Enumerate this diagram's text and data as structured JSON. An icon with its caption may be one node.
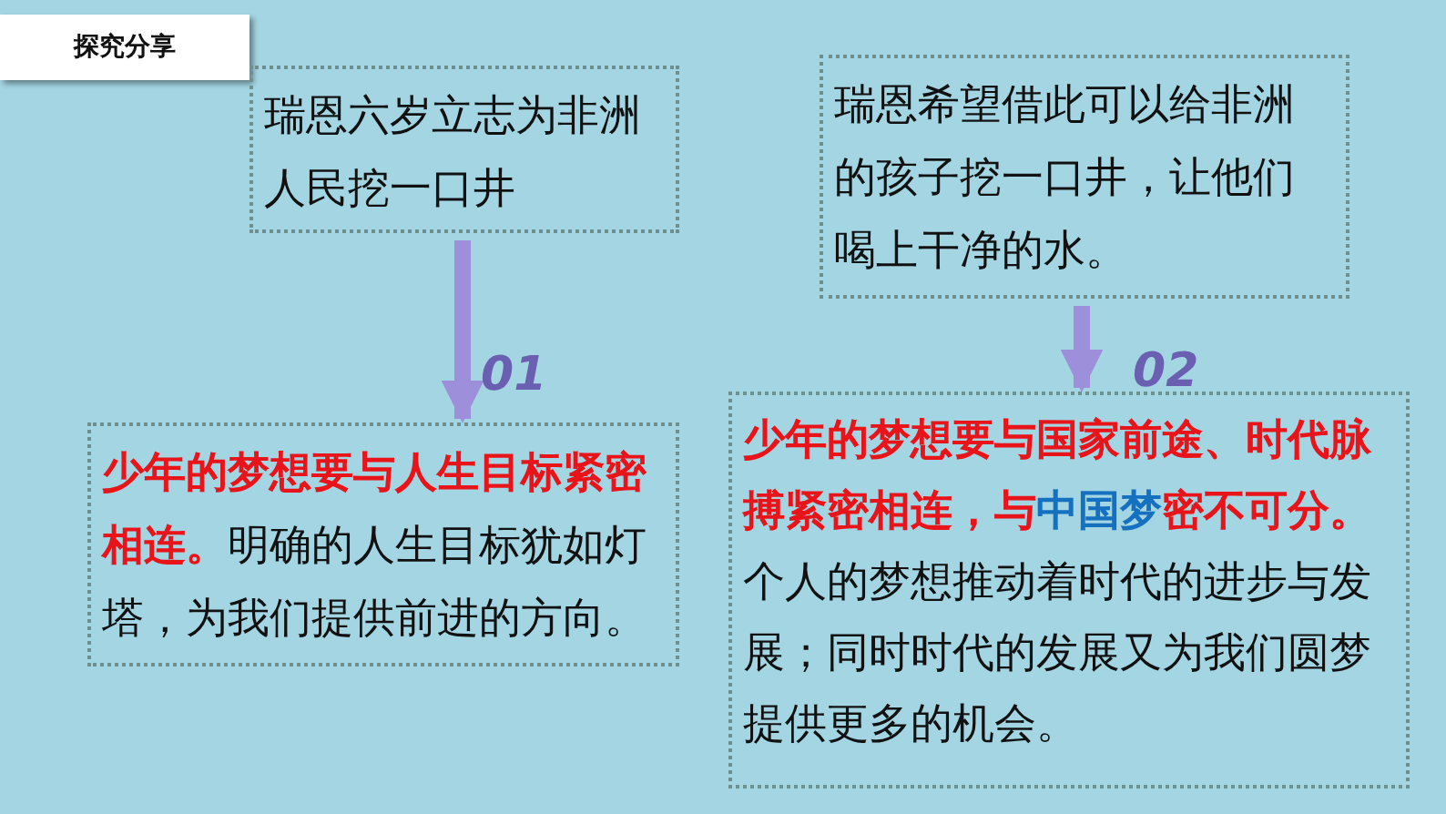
{
  "diagram": {
    "title": "探究分享",
    "nodes": [
      {
        "text": [
          "瑞恩六岁立志为非洲人民挖一口井"
        ]
      },
      {
        "text": [
          "少年的梦想要与人生目标紧密相连。",
          "明确的人生目标犹如灯塔，为我们提供前进的方向。"
        ]
      },
      {
        "text": [
          "瑞恩希望借此可以给非洲的孩子挖一口井，让他们喝上干净的水。"
        ]
      },
      {
        "text": [
          "少年的梦想要与国家前途、时代脉搏紧密相连，与",
          "中国梦",
          "密不可分。",
          "个人的梦想推动着时代的进步与发展；同时时代的发展又为我们圆梦提供更多的机会。"
        ]
      }
    ],
    "edges": [
      {
        "from": 0,
        "to": 1,
        "arrow": "to",
        "label": "01"
      },
      {
        "from": 2,
        "to": 3,
        "arrow": "to",
        "label": "02"
      }
    ]
  }
}
